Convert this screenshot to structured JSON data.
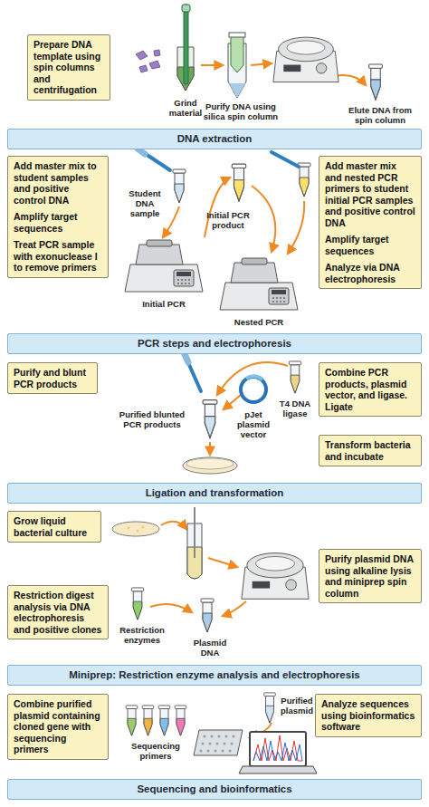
{
  "diagram": {
    "nodes": [
      {
        "text": [
          "Prepare DNA template using spin columns and centrifugation"
        ]
      },
      {
        "text": [
          "DNA extraction"
        ]
      },
      {
        "text": [
          "Add master mix to student samples and positive control DNA",
          "Amplify target sequences",
          "Treat PCR sample with exonuclease I to remove primers"
        ]
      },
      {
        "text": [
          "Add master mix and nested PCR primers to student initial PCR samples and positive control DNA",
          "Amplify target sequences",
          "Analyze via DNA electrophoresis"
        ]
      },
      {
        "text": [
          "PCR steps and electrophoresis"
        ]
      },
      {
        "text": [
          "Purify and blunt PCR products"
        ]
      },
      {
        "text": [
          "Combine PCR products, plasmid vector, and ligase. Ligate"
        ]
      },
      {
        "text": [
          "Transform bacteria and incubate"
        ]
      },
      {
        "text": [
          "Ligation and transformation"
        ]
      },
      {
        "text": [
          "Grow liquid bacterial culture"
        ]
      },
      {
        "text": [
          "Purify plasmid DNA using alkaline lysis and miniprep spin column"
        ]
      },
      {
        "text": [
          "Restriction digest analysis via DNA electrophoresis and positive clones"
        ]
      },
      {
        "text": [
          "Miniprep: Restriction enzyme analysis and electrophoresis"
        ]
      },
      {
        "text": [
          "Combine purified plasmid containing cloned gene with sequencing primers"
        ]
      },
      {
        "text": [
          "Analyze sequences using bioinformatics software"
        ]
      },
      {
        "text": [
          "Sequencing and bioinformatics"
        ]
      }
    ],
    "labels": [
      "Grind material",
      "Purify DNA using silica spin column",
      "Elute DNA from spin column",
      "Student DNA sample",
      "Initial PCR product",
      "Initial PCR",
      "Nested PCR",
      "Purified blunted PCR products",
      "pJet plasmid vector",
      "T4 DNA ligase",
      "Restriction enzymes",
      "Plasmid DNA",
      "Sequencing primers",
      "Purified plasmid"
    ]
  }
}
